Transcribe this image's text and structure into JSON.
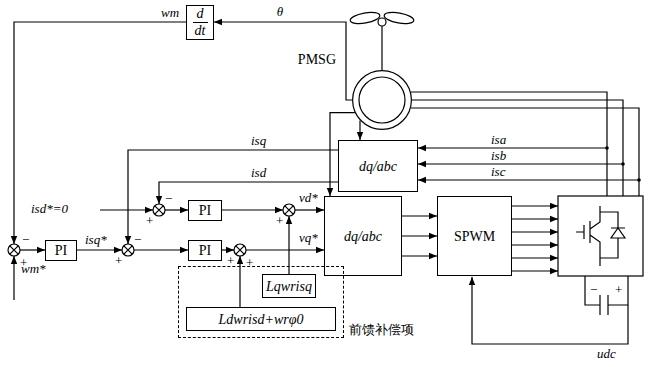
{
  "diagram": {
    "nodes": [
      {
        "text": [
          "d",
          "dt"
        ]
      },
      {
        "text": [
          "PMSG"
        ]
      },
      {
        "text": [
          "dq/abc"
        ]
      },
      {
        "text": [
          "PI"
        ]
      },
      {
        "text": [
          "PI"
        ]
      },
      {
        "text": [
          "PI"
        ]
      },
      {
        "text": [
          "dq/abc"
        ]
      },
      {
        "text": [
          "SPWM"
        ]
      },
      {
        "text": [
          "前馈补偿项"
        ]
      },
      {
        "text": [
          "Lqwrisq"
        ],
        "in": 8
      },
      {
        "text": [
          "Ldwrisd+wrφ0"
        ],
        "in": 8
      }
    ],
    "edges": [
      {
        "from": 1,
        "to": 0,
        "arrow": "to",
        "label": "θ"
      },
      {
        "from": 1,
        "to": 2,
        "arrow": "to"
      },
      {
        "from": 1,
        "to": 6,
        "arrow": "to"
      },
      {
        "from": 6,
        "to": 7,
        "arrow": "to"
      },
      {
        "from": 6,
        "to": 7,
        "arrow": "to"
      },
      {
        "from": 6,
        "to": 7,
        "arrow": "to"
      }
    ],
    "labels": [
      "wm",
      "isq",
      "isd",
      "isa",
      "isb",
      "isc",
      "isd*=0",
      "vd*",
      "vq*",
      "isq*",
      "wm*",
      "udc",
      "−",
      "+",
      "−",
      "+",
      "−",
      "+",
      "+",
      "+",
      "+",
      "−",
      "+"
    ]
  }
}
